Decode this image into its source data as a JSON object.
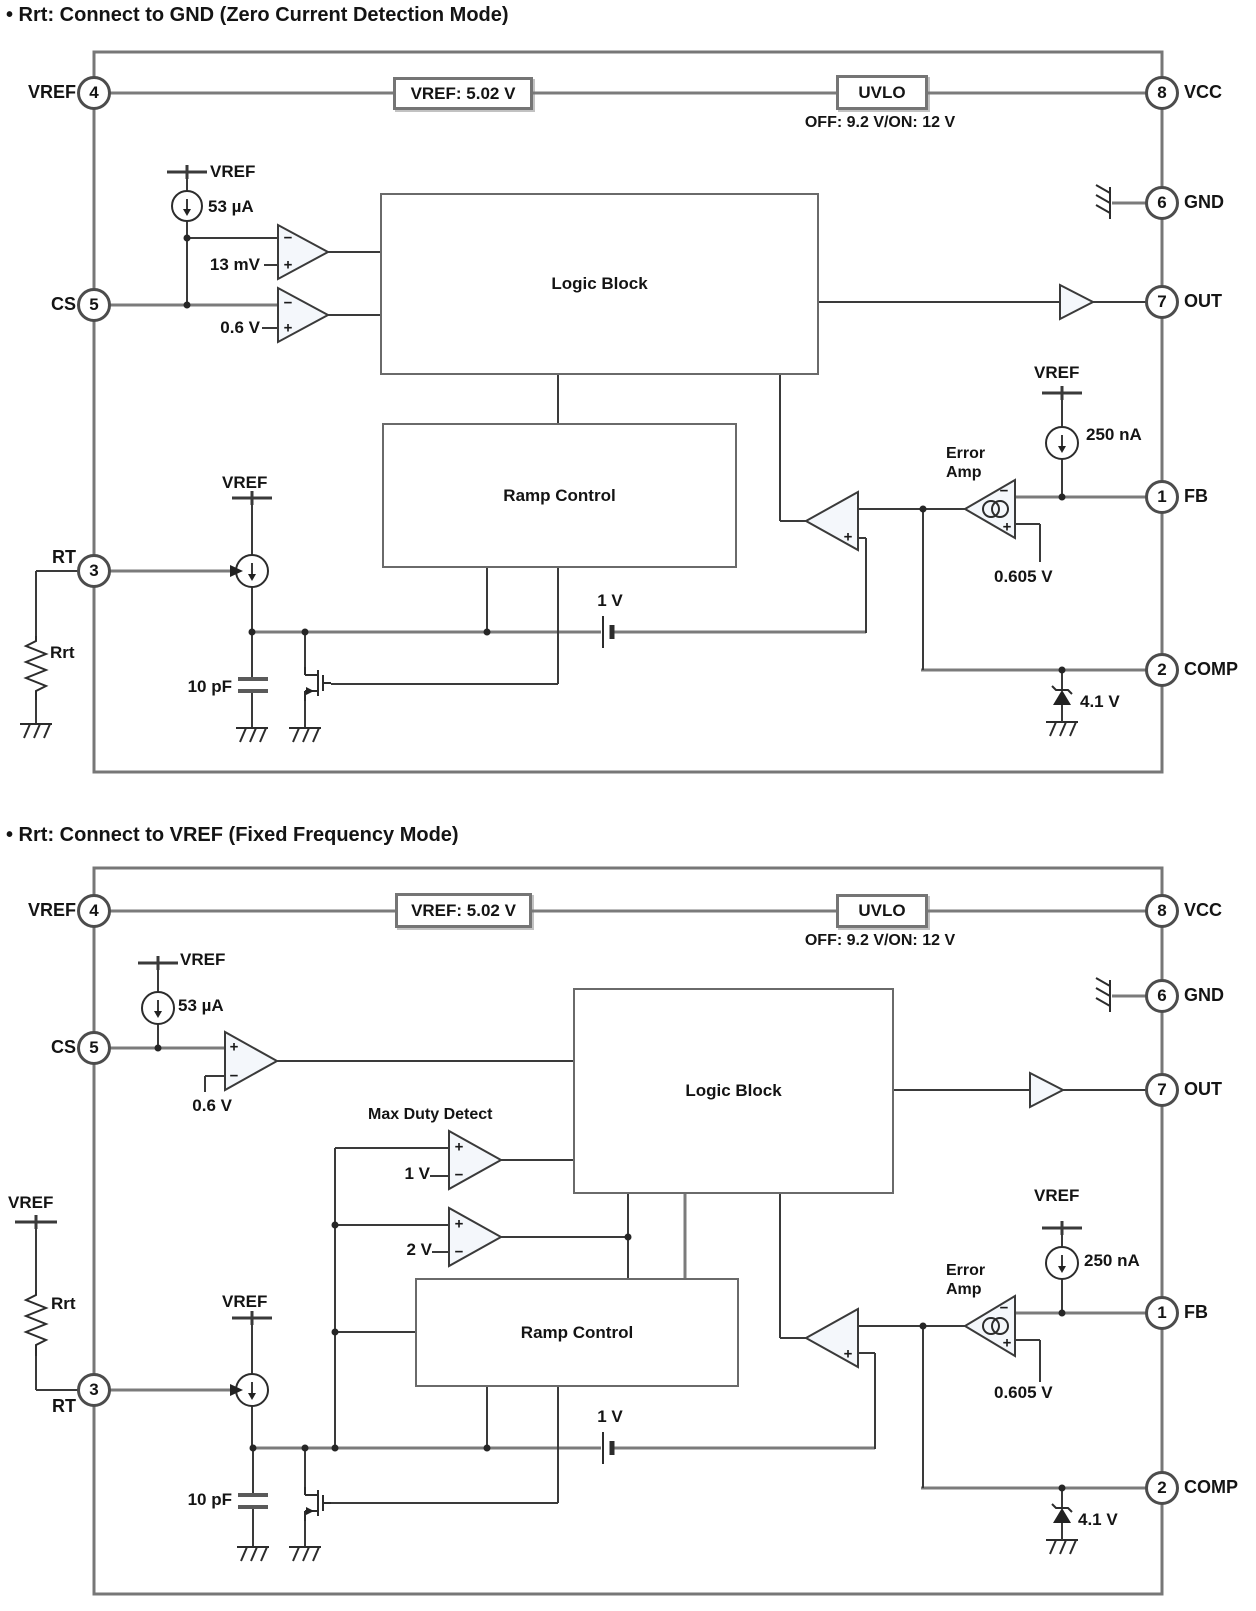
{
  "glyphs": {
    "plus": "+",
    "minus": "−"
  },
  "nets": {
    "vref": "VREF"
  },
  "top": {
    "title": "• Rrt: Connect to GND (Zero Current Detection Mode)",
    "pins": {
      "p4": {
        "n": "4",
        "l": "VREF"
      },
      "p5": {
        "n": "5",
        "l": "CS"
      },
      "p3": {
        "n": "3",
        "l": "RT"
      },
      "p8": {
        "n": "8",
        "l": "VCC"
      },
      "p6": {
        "n": "6",
        "l": "GND"
      },
      "p7": {
        "n": "7",
        "l": "OUT"
      },
      "p1": {
        "n": "1",
        "l": "FB"
      },
      "p2": {
        "n": "2",
        "l": "COMP"
      }
    },
    "blocks": {
      "vref_reg": "VREF: 5.02 V",
      "uvlo": "UVLO",
      "uvlo_sub": "OFF: 9.2 V/ON: 12 V",
      "logic": "Logic Block",
      "ramp": "Ramp Control"
    },
    "values": {
      "bias_53ua": "53 µA",
      "offset_13mv": "13 mV",
      "ref_06v": "0.6 V",
      "rrt": "Rrt",
      "cap_10pf": "10 pF",
      "bat_1v": "1 V",
      "bias_250na": "250 nA",
      "ea_ref": "0.605 V",
      "zener": "4.1 V",
      "error_amp_1": "Error",
      "error_amp_2": "Amp"
    }
  },
  "bottom": {
    "title": "• Rrt: Connect to VREF (Fixed Frequency Mode)",
    "pins": {
      "p4": {
        "n": "4",
        "l": "VREF"
      },
      "p5": {
        "n": "5",
        "l": "CS"
      },
      "p3": {
        "n": "3",
        "l": "RT"
      },
      "p8": {
        "n": "8",
        "l": "VCC"
      },
      "p6": {
        "n": "6",
        "l": "GND"
      },
      "p7": {
        "n": "7",
        "l": "OUT"
      },
      "p1": {
        "n": "1",
        "l": "FB"
      },
      "p2": {
        "n": "2",
        "l": "COMP"
      }
    },
    "blocks": {
      "vref_reg": "VREF: 5.02 V",
      "uvlo": "UVLO",
      "uvlo_sub": "OFF: 9.2 V/ON: 12 V",
      "logic": "Logic Block",
      "ramp": "Ramp Control",
      "max_duty": "Max Duty Detect"
    },
    "values": {
      "bias_53ua": "53 µA",
      "ref_06v": "0.6 V",
      "duty_1v": "1 V",
      "duty_2v": "2 V",
      "rrt": "Rrt",
      "cap_10pf": "10 pF",
      "bat_1v": "1 V",
      "bias_250na": "250 nA",
      "ea_ref": "0.605 V",
      "zener": "4.1 V",
      "error_amp_1": "Error",
      "error_amp_2": "Amp"
    }
  }
}
